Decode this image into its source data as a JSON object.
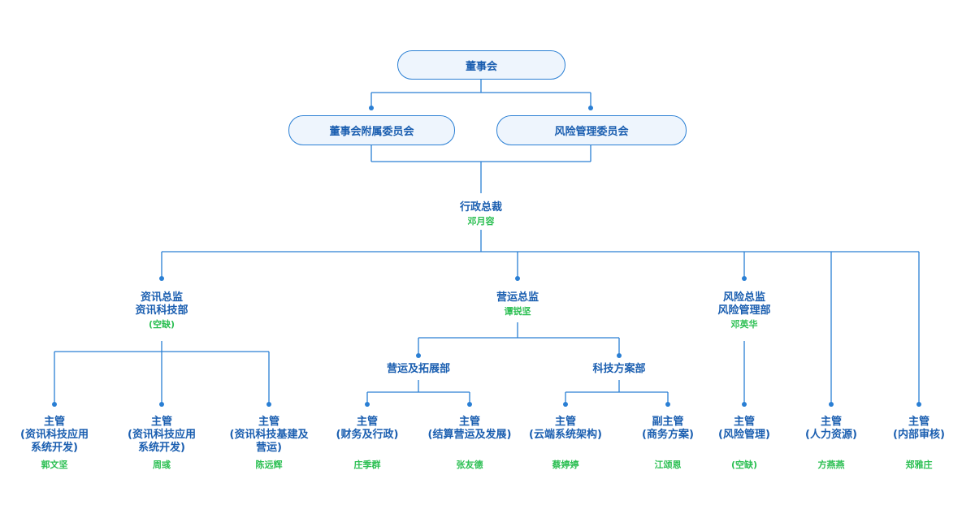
{
  "colors": {
    "line": "#2a7fd4",
    "title": "#1a5eb0",
    "name": "#2bbf52",
    "box_fill": "#eef5fd"
  },
  "board": {
    "title": "董事会"
  },
  "committees": [
    {
      "title": "董事会附属委员会"
    },
    {
      "title": "风险管理委员会"
    }
  ],
  "ceo": {
    "title": "行政总裁",
    "name": "邓月容"
  },
  "directors": [
    {
      "title_lines": [
        "资讯总监",
        "资讯科技部"
      ],
      "name": "(空缺)"
    },
    {
      "title_lines": [
        "营运总监"
      ],
      "name": "谭锐坚"
    },
    {
      "title_lines": [
        "风险总监",
        "风险管理部"
      ],
      "name": "邓英华"
    }
  ],
  "departments": [
    {
      "title": "营运及拓展部"
    },
    {
      "title": "科技方案部"
    }
  ],
  "managers": [
    {
      "title_lines": [
        "主管",
        "(资讯科技应用",
        "系统开发)"
      ],
      "name": "郭文坚"
    },
    {
      "title_lines": [
        "主管",
        "(资讯科技应用",
        "系统开发)"
      ],
      "name": "周彧"
    },
    {
      "title_lines": [
        "主管",
        "(资讯科技基建及",
        "营运)"
      ],
      "name": "陈远辉"
    },
    {
      "title_lines": [
        "主管",
        "(财务及行政)"
      ],
      "name": "庄季群"
    },
    {
      "title_lines": [
        "主管",
        "(结算营运及发展)"
      ],
      "name": "张友德"
    },
    {
      "title_lines": [
        "主管",
        "(云端系统架构)"
      ],
      "name": "蔡婷婷"
    },
    {
      "title_lines": [
        "副主管",
        "(商务方案)"
      ],
      "name": "江颂恩"
    },
    {
      "title_lines": [
        "主管",
        "(风险管理)"
      ],
      "name": "(空缺)"
    },
    {
      "title_lines": [
        "主管",
        "(人力资源)"
      ],
      "name": "方燕燕"
    },
    {
      "title_lines": [
        "主管",
        "(内部审核)"
      ],
      "name": "郑雅庄"
    }
  ]
}
